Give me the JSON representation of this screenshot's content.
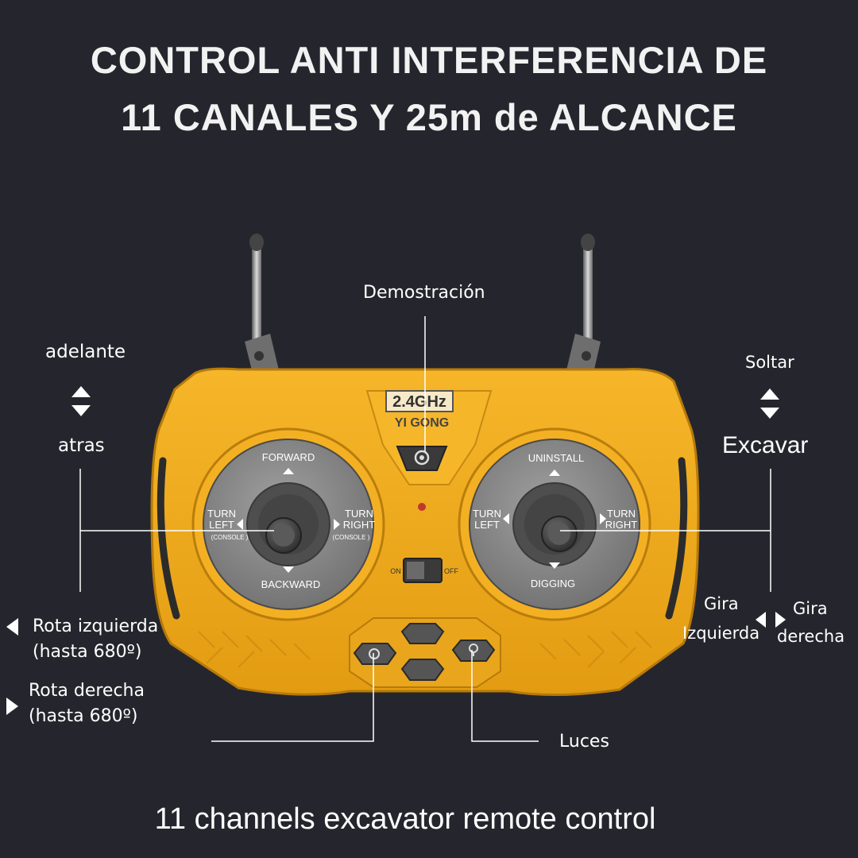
{
  "headline": {
    "line1": "CONTROL ANTI INTERFERENCIA DE",
    "line2": "11 CANALES Y 25m de ALCANCE"
  },
  "remote": {
    "frequency": "2.4GHz",
    "brand": "YI GONG",
    "switch_on": "ON",
    "switch_off": "OFF",
    "left_stick": {
      "up": "FORWARD",
      "down": "BACKWARD",
      "left_line1": "TURN",
      "left_line2": "LEFT",
      "left_sub": "(CONSOLE )",
      "right_line1": "TURN",
      "right_line2": "RIGHT",
      "right_sub": "(CONSOLE )"
    },
    "right_stick": {
      "up": "UNINSTALL",
      "down": "DIGGING",
      "left_line1": "TURN",
      "left_line2": "LEFT",
      "right_line1": "TURN",
      "right_line2": "RIGHT"
    }
  },
  "annotations": {
    "demo": "Demostración",
    "forward": "adelante",
    "back": "atras",
    "release": "Soltar",
    "dig": "Excavar",
    "rotate_left_1": "Rota izquierda",
    "rotate_left_2": "(hasta 680º)",
    "rotate_right_1": "Rota derecha",
    "rotate_right_2": "(hasta 680º)",
    "turn_left_1": "Gira",
    "turn_left_2": "Izquierda",
    "turn_right_1": "Gira",
    "turn_right_2": "derecha",
    "lights": "Luces"
  },
  "footer": "11 channels excavator remote control",
  "colors": {
    "background": "#25262d",
    "body": "#f2ad1d",
    "panel": "#8a8a8a",
    "text": "#ffffff"
  }
}
